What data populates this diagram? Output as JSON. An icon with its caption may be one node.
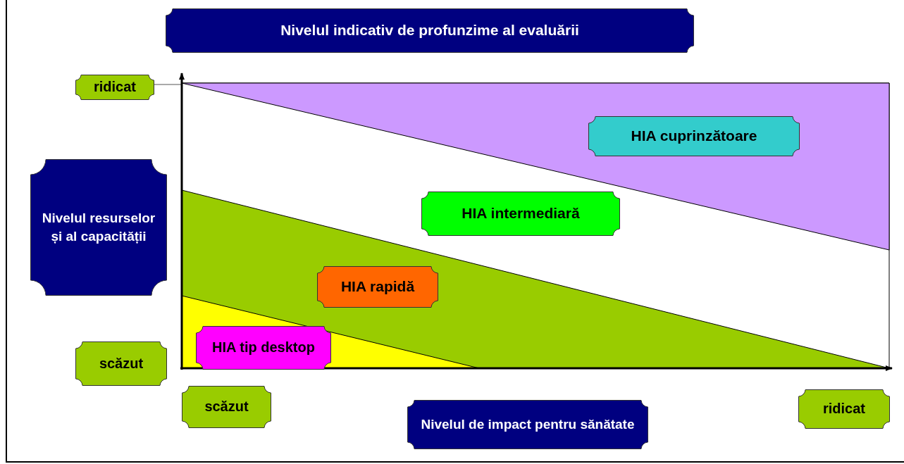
{
  "diagram": {
    "nodes": [
      {
        "text": [
          "Nivelul indicativ de profunzime al evaluării"
        ]
      },
      {
        "text": [
          "ridicat"
        ]
      },
      {
        "text": [
          "Nivelul resurselor și al capacității"
        ]
      },
      {
        "text": [
          "scăzut"
        ]
      },
      {
        "text": [
          "scăzut"
        ]
      },
      {
        "text": [
          "Nivelul de impact pentru sănătate"
        ]
      },
      {
        "text": [
          "ridicat"
        ]
      },
      {
        "text": [
          "HIA cuprinzătoare"
        ]
      },
      {
        "text": [
          "HIA intermediară"
        ]
      },
      {
        "text": [
          "HIA rapidă"
        ]
      },
      {
        "text": [
          "HIA tip desktop"
        ]
      }
    ]
  }
}
